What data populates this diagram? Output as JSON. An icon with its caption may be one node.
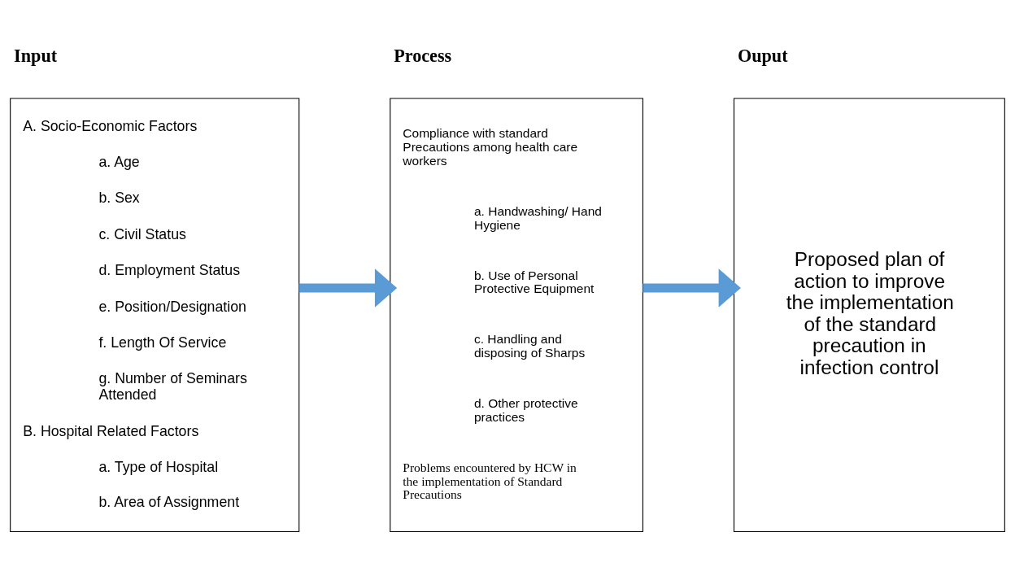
{
  "diagram": {
    "nodes": [
      {
        "text": [
          "Input",
          "A. Socio-Economic Factors",
          "a. Age",
          "b. Sex",
          "c. Civil Status",
          "d. Employment Status",
          "e. Position/Designation",
          "f. Length Of Service",
          "g. Number of Seminars Attended",
          "B. Hospital Related Factors",
          "a. Type of Hospital",
          "b. Area of Assignment"
        ]
      },
      {
        "text": [
          "Process",
          "Compliance with standard Precautions among health care workers",
          "a. Handwashing/ Hand Hygiene",
          "b. Use of Personal Protective Equipment",
          "c. Handling and disposing of Sharps",
          "d. Other protective practices",
          "Problems encountered by HCW in the implementation of Standard Precautions"
        ]
      },
      {
        "text": [
          "Ouput",
          "Proposed plan of action to improve the implementation of the standard precaution in infection control"
        ]
      }
    ],
    "edges": [
      {
        "from": 0,
        "to": 1,
        "arrow": "to",
        "color": "#5b9bd5"
      },
      {
        "from": 1,
        "to": 2,
        "arrow": "to",
        "color": "#5b9bd5"
      }
    ]
  }
}
